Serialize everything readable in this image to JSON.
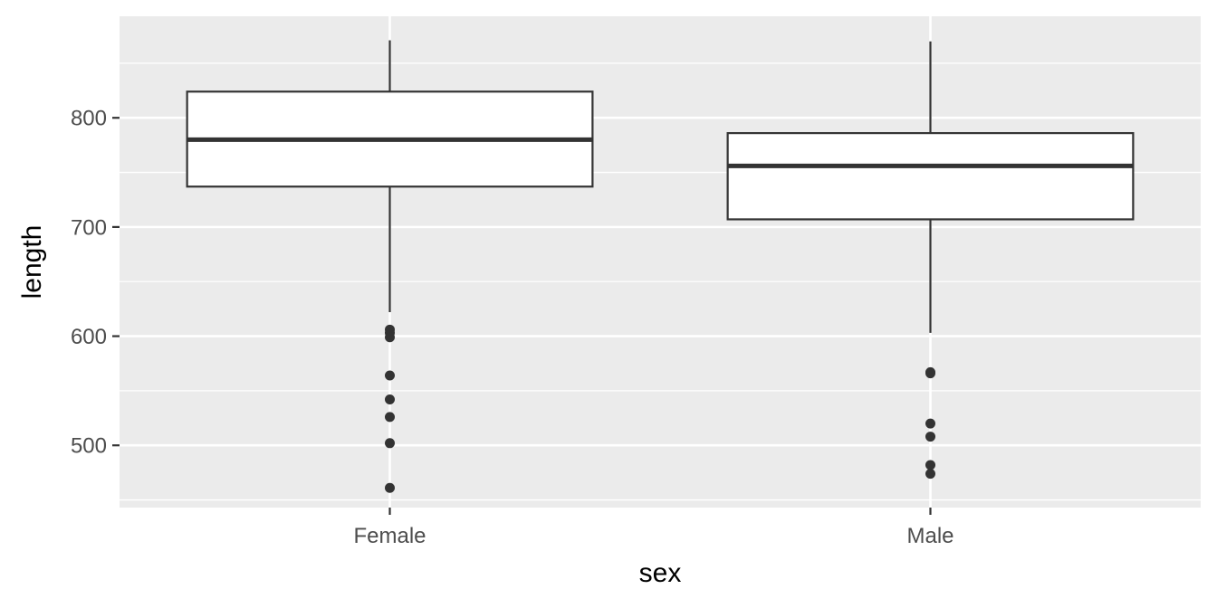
{
  "chart_data": {
    "type": "boxplot",
    "xlabel": "sex",
    "ylabel": "length",
    "categories": [
      "Female",
      "Male"
    ],
    "ylim": [
      443,
      893
    ],
    "yticks": [
      500,
      600,
      700,
      800
    ],
    "grid": true,
    "legend": "none",
    "series": [
      {
        "category": "Female",
        "whisker_low": 622,
        "q1": 737,
        "median": 780,
        "q3": 824,
        "whisker_high": 871,
        "outliers": [
          606,
          603,
          599,
          564,
          542,
          526,
          502,
          461
        ]
      },
      {
        "category": "Male",
        "whisker_low": 603,
        "q1": 707,
        "median": 756,
        "q3": 786,
        "whisker_high": 870,
        "outliers": [
          567,
          566,
          520,
          508,
          482,
          474
        ]
      }
    ],
    "colors": {
      "panel": "#ebebeb",
      "grid": "#ffffff",
      "box_fill": "#ffffff",
      "box_line": "#333333",
      "tick_text": "#4d4d4d",
      "title_text": "#000000"
    }
  }
}
